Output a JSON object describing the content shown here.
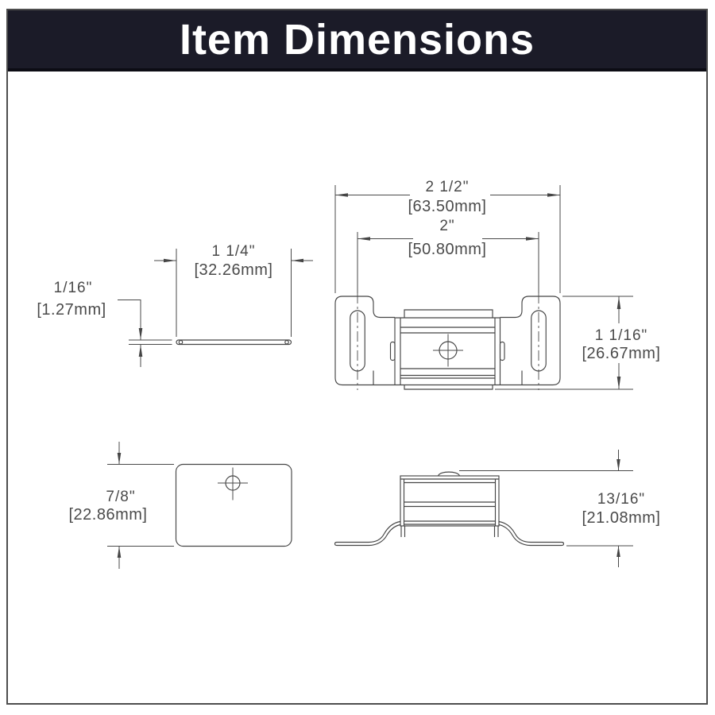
{
  "header": {
    "title": "Item Dimensions"
  },
  "colors": {
    "header_bg": "#1b1b28",
    "header_border": "#0c0c14",
    "header_text": "#ffffff",
    "drawing_line": "#454545",
    "dimension_text": "#4a4a4a",
    "frame_border": "#4d4d4d",
    "background": "#ffffff"
  },
  "dimensions": {
    "overall_width": {
      "inches": "2 1/2\"",
      "mm": "[63.50mm]"
    },
    "screw_spacing": {
      "inches": "2\"",
      "mm": "[50.80mm]"
    },
    "plate_length": {
      "inches": "1 1/4\"",
      "mm": "[32.26mm]"
    },
    "plate_thickness": {
      "inches": "1/16\"",
      "mm": "[1.27mm]"
    },
    "catch_depth": {
      "inches": "1 1/16\"",
      "mm": "[26.67mm]"
    },
    "plate_width": {
      "inches": "7/8\"",
      "mm": "[22.86mm]"
    },
    "catch_height": {
      "inches": "13/16\"",
      "mm": "[21.08mm]"
    }
  }
}
